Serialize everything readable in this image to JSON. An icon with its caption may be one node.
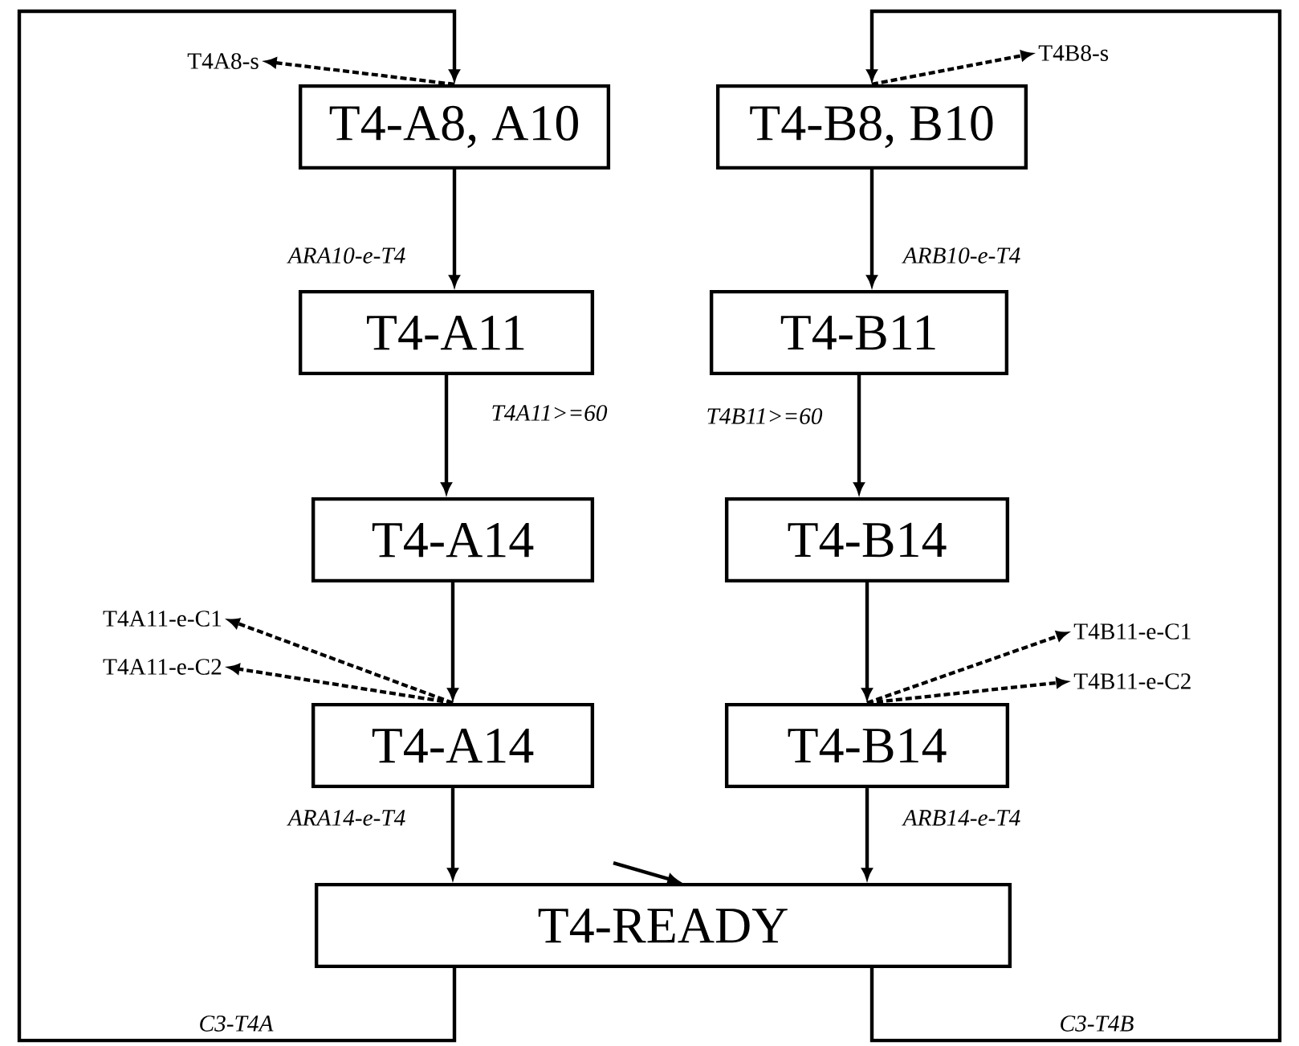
{
  "diagram": {
    "nodes": [
      {
        "text": [
          "T4-A8, A10"
        ]
      },
      {
        "text": [
          "T4-B8, B10"
        ]
      },
      {
        "text": [
          "T4-A11"
        ]
      },
      {
        "text": [
          "T4-B11"
        ]
      },
      {
        "text": [
          "T4-A14"
        ]
      },
      {
        "text": [
          "T4-B14"
        ]
      },
      {
        "text": [
          "T4-A14"
        ]
      },
      {
        "text": [
          "T4-B14"
        ]
      },
      {
        "text": [
          "T4-READY"
        ]
      },
      {
        "text": [
          "T4A8-s"
        ]
      },
      {
        "text": [
          "T4B8-s"
        ]
      },
      {
        "text": [
          "T4A11-e-C1"
        ]
      },
      {
        "text": [
          "T4A11-e-C2"
        ]
      },
      {
        "text": [
          "T4B11-e-C1"
        ]
      },
      {
        "text": [
          "T4B11-e-C2"
        ]
      }
    ],
    "edges": [
      {
        "from": 8,
        "to": 0,
        "arrow": "to",
        "label": "C3-T4A"
      },
      {
        "from": 8,
        "to": 1,
        "arrow": "to",
        "label": "C3-T4B"
      },
      {
        "from": 0,
        "to": 2,
        "arrow": "to",
        "label": "ARA10-e-T4"
      },
      {
        "from": 1,
        "to": 3,
        "arrow": "to",
        "label": "ARB10-e-T4"
      },
      {
        "from": 2,
        "to": 4,
        "arrow": "to",
        "label": "T4A11>=60"
      },
      {
        "from": 3,
        "to": 5,
        "arrow": "to",
        "label": "T4B11>=60"
      },
      {
        "from": 4,
        "to": 6,
        "arrow": "to"
      },
      {
        "from": 5,
        "to": 7,
        "arrow": "to"
      },
      {
        "from": 6,
        "to": 8,
        "arrow": "to",
        "label": "ARA14-e-T4"
      },
      {
        "from": 7,
        "to": 8,
        "arrow": "to",
        "label": "ARB14-e-T4"
      },
      {
        "from": null,
        "to": 8,
        "arrow": "to"
      },
      {
        "from": 0,
        "to": 9,
        "arrow": "to",
        "style": "dashed"
      },
      {
        "from": 1,
        "to": 10,
        "arrow": "to",
        "style": "dashed"
      },
      {
        "from": 6,
        "to": 11,
        "arrow": "to",
        "style": "dashed"
      },
      {
        "from": 6,
        "to": 12,
        "arrow": "to",
        "style": "dashed"
      },
      {
        "from": 7,
        "to": 13,
        "arrow": "to",
        "style": "dashed"
      },
      {
        "from": 7,
        "to": 14,
        "arrow": "to",
        "style": "dashed"
      }
    ]
  }
}
